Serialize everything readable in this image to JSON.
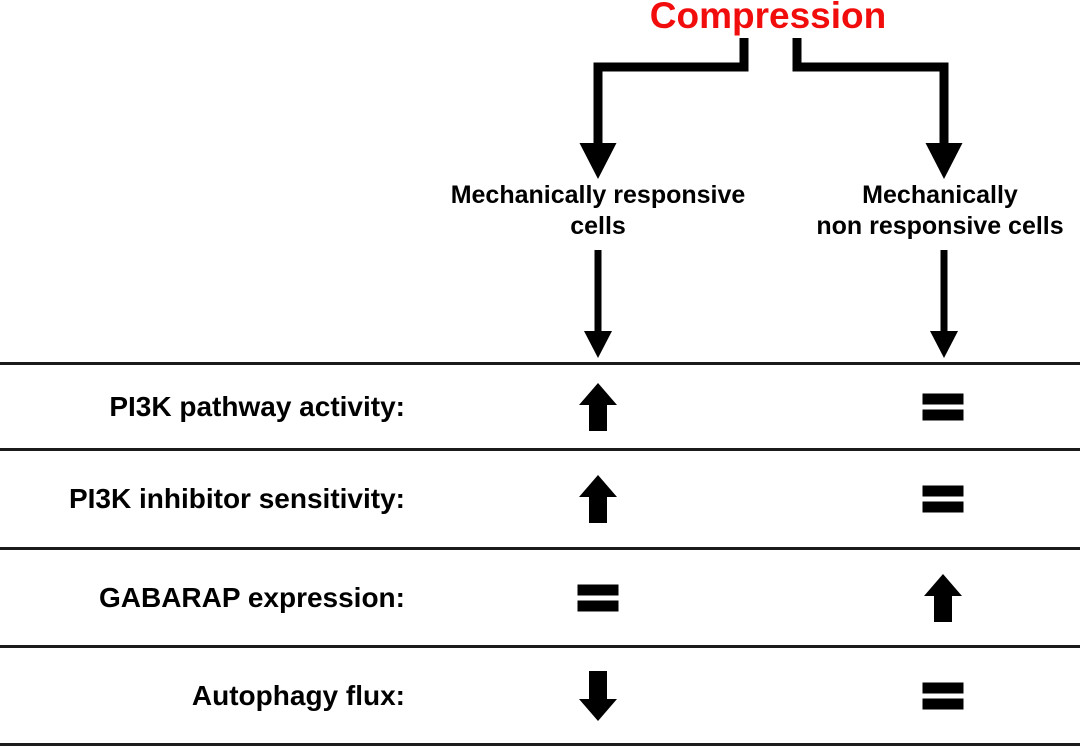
{
  "title": {
    "text": "Compression"
  },
  "branches": [
    {
      "id": "responsive",
      "label_lines": [
        "Mechanically responsive",
        "cells"
      ]
    },
    {
      "id": "non_responsive",
      "label_lines": [
        "Mechanically",
        "non responsive cells"
      ]
    }
  ],
  "table": {
    "rows": [
      {
        "label": "PI3K pathway activity:",
        "responsive": "up",
        "non_responsive": "equal"
      },
      {
        "label": "PI3K inhibitor sensitivity:",
        "responsive": "up",
        "non_responsive": "equal"
      },
      {
        "label": "GABARAP expression:",
        "responsive": "equal",
        "non_responsive": "up"
      },
      {
        "label": "Autophagy flux:",
        "responsive": "down",
        "non_responsive": "equal"
      }
    ]
  },
  "colors": {
    "title_red": "#f20d0d",
    "ink": "#000000",
    "rule": "#1b1b1b"
  }
}
